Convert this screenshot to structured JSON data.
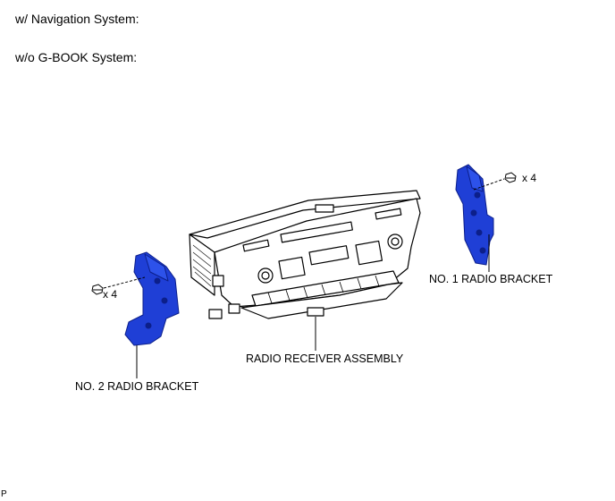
{
  "headings": {
    "line1": "w/ Navigation System:",
    "line2": "w/o G-BOOK System:"
  },
  "callouts": {
    "radio_receiver": "RADIO RECEIVER ASSEMBLY",
    "bracket_1": "NO. 1 RADIO BRACKET",
    "bracket_2": "NO. 2 RADIO BRACKET",
    "qty_bolts_1": "x 4",
    "qty_bolts_2": "x 4"
  },
  "corner_code": "P",
  "colors": {
    "bracket_fill": "#1f3fd6",
    "bracket_dark": "#0c1f8a",
    "line": "#000000",
    "panel_fill": "#ffffff"
  },
  "icons": {
    "bolt": "hex-bolt-icon"
  }
}
